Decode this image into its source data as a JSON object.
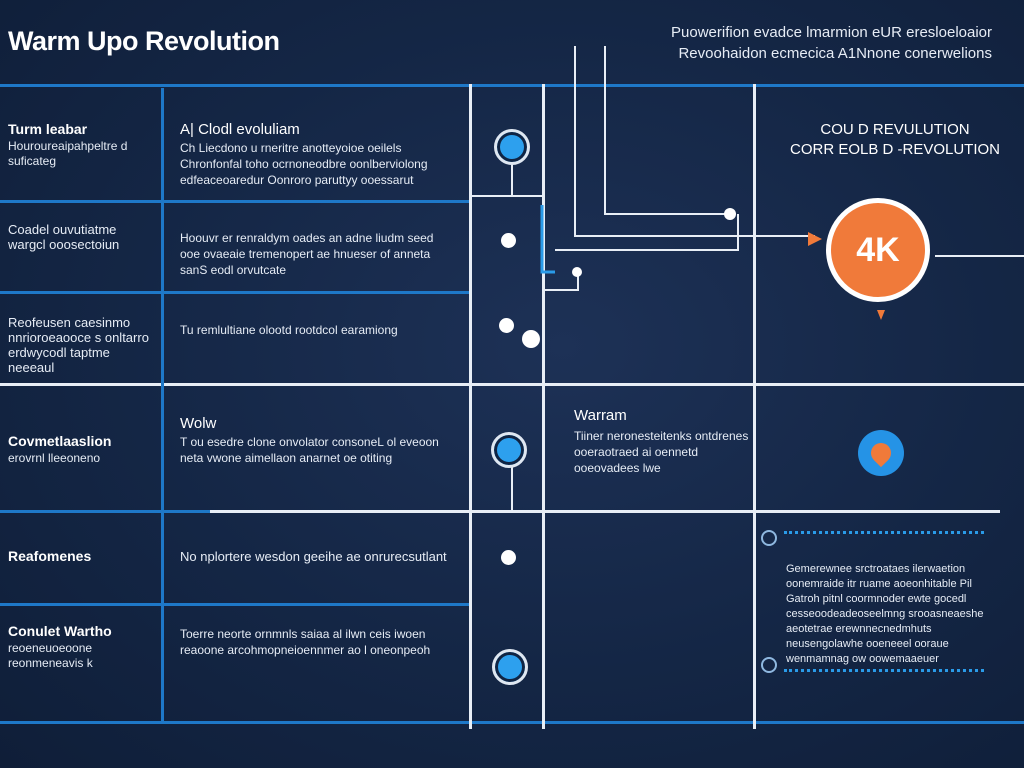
{
  "header": {
    "title": "Warm Upo Revolution",
    "note_line1": "Puowerifion evadce lmarmion eUR eresloeloaior",
    "note_line2": "Revoohaidon ecmecica A1Nnone conerwelions"
  },
  "rows": [
    {
      "label_title": "Turm leabar",
      "label_body": "Houroureaipahpeltre d suficateg",
      "desc_title": "A| Clodl evoluliam",
      "desc_body": "Ch Liecdono u rneritre anotteyoioe oeilels Chronfonfal toho ocrnoneodbre oonlberviolong edfeaceoaredur Oonroro paruttyy ooessarut"
    },
    {
      "label_title": "",
      "label_body": "Coadel ouvutiatme wargcl ooosectoiun",
      "desc_title": "",
      "desc_body": "Hoouvr er renraldym oades an adne liudm seed ooe ovaeaie tremenopert ae hnueser of anneta sanS eodl orvutcate"
    },
    {
      "label_title": "",
      "label_body": "Reofeusen caesinmo nnrioroeaooce s onltarro erdwycodl taptme neeeaul",
      "desc_title": "",
      "desc_body": "Tu remlultiane olootd rootdcol earamiong"
    },
    {
      "label_title": "Covmetlaaslion",
      "label_body": "erovrnl lleeoneno",
      "desc_title": "Wolw",
      "desc_body": "T ou esedre clone onvolator consoneL ol eveoon neta vwone aimellaon anarnet oe otiting"
    },
    {
      "label_title": "Reafomenes",
      "label_body": "",
      "desc_title": "",
      "desc_body": "No nplortere wesdon geeihe ae onrurecsutlant"
    },
    {
      "label_title": "Conulet Wartho",
      "label_body": "reoeneuoeoone reonmeneavis k",
      "desc_title": "",
      "desc_body": "Toerre neorte ornmnls saiaa al ilwn ceis iwoen reaoone arcohmopneioennmer ao l oneonpeoh"
    }
  ],
  "right": {
    "title_line1": "COU D REVULUTION",
    "title_line2": "CORR EOLB D -REVOLUTION",
    "badge": "4K",
    "desc_title": "Warram",
    "desc_body": "Tiiner neronesteitenks ontdrenes ooeraotraed ai oennetd ooeovadees lwe",
    "panel_text": "Gemerewnee srctroataes ilerwaetion oonemraide itr ruame aoeonhitable Pil Gatroh pitnl coormnoder ewte gocedl cesseoodeadeoseelmng srooasneaeshe aeotetrae erewnnecnedmhuts neusengolawhe ooeneeel ooraue wenmamnag ow oowemaaeuer"
  },
  "colors": {
    "background": "#142645",
    "accent_blue": "#1e78c8",
    "accent_orange": "#f07a3a",
    "node_blue": "#2da0ee"
  }
}
